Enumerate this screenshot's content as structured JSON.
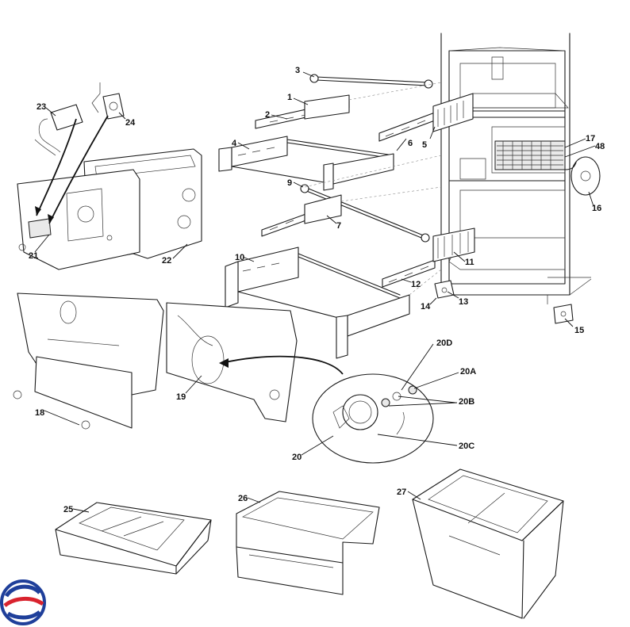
{
  "callouts": {
    "c1": "1",
    "c2": "2",
    "c3": "3",
    "c4": "4",
    "c5": "5",
    "c6": "6",
    "c7": "7",
    "c9": "9",
    "c10": "10",
    "c11": "11",
    "c12": "12",
    "c13": "13",
    "c14": "14",
    "c15": "15",
    "c16": "16",
    "c17": "17",
    "c18": "18",
    "c19": "19",
    "c20": "20",
    "c20a": "20A",
    "c20b": "20B",
    "c20c": "20C",
    "c20d": "20D",
    "c21": "21",
    "c22": "22",
    "c23": "23",
    "c24": "24",
    "c25": "25",
    "c26": "26",
    "c27": "27",
    "c48": "48"
  },
  "logo": {
    "colors": {
      "blue": "#1f3f9a",
      "red": "#d9232e"
    }
  }
}
